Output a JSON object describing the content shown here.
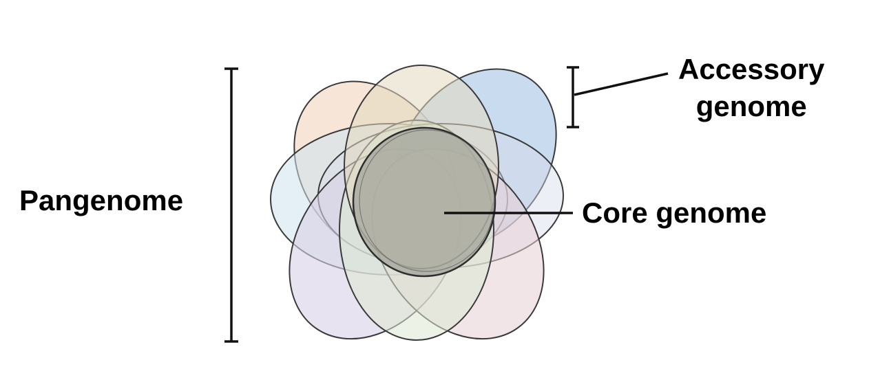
{
  "labels": {
    "pangenome": "Pangenome",
    "accessory_line1": "Accessory",
    "accessory_line2": "genome",
    "core": "Core genome"
  },
  "colors": {
    "petals": [
      "#f4dcc8",
      "#b7cfe9",
      "#cfe2ee",
      "#d9d0e6",
      "#e8d0d6",
      "#dde9d2",
      "#d6dcec",
      "#e4d9bf"
    ],
    "core_fill": "#a9aaa0",
    "stroke": "#3a3a3a"
  }
}
